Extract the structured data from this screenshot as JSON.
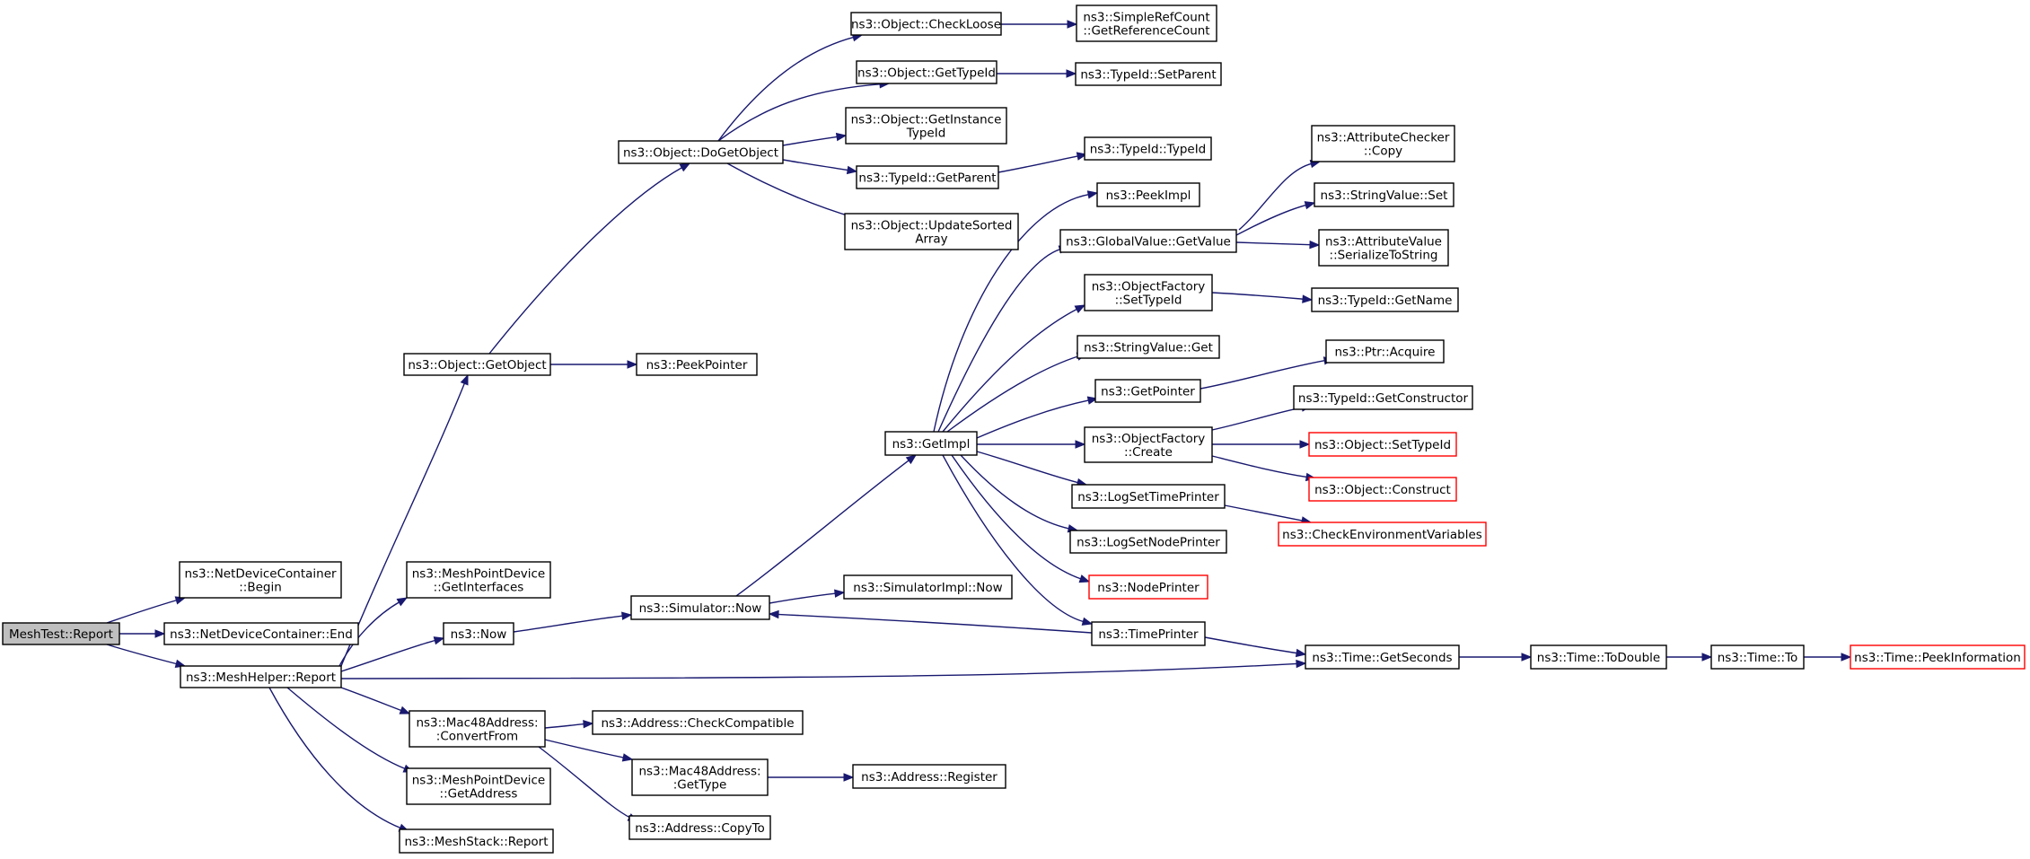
{
  "colors": {
    "edge": "#191970",
    "root_fill": "#bfbfbf",
    "node_border": "#000000",
    "truncated_border": "#ff0000",
    "background": "#ffffff"
  },
  "nodes": [
    {
      "id": "n_meshtest_report",
      "name": "node-meshtest-report",
      "lines": [
        "MeshTest::Report"
      ],
      "kind": "root"
    },
    {
      "id": "n_ndc_begin",
      "name": "node-netdevicecontainer-begin",
      "lines": [
        "ns3::NetDeviceContainer",
        "::Begin"
      ],
      "kind": "normal"
    },
    {
      "id": "n_ndc_end",
      "name": "node-netdevicecontainer-end",
      "lines": [
        "ns3::NetDeviceContainer::End"
      ],
      "kind": "normal"
    },
    {
      "id": "n_meshhelper_report",
      "name": "node-meshhelper-report",
      "lines": [
        "ns3::MeshHelper::Report"
      ],
      "kind": "normal"
    },
    {
      "id": "n_object_getobject",
      "name": "node-object-getobject",
      "lines": [
        "ns3::Object::GetObject"
      ],
      "kind": "normal"
    },
    {
      "id": "n_mpd_getinterfaces",
      "name": "node-meshpointdevice-getinterfaces",
      "lines": [
        "ns3::MeshPointDevice",
        "::GetInterfaces"
      ],
      "kind": "normal"
    },
    {
      "id": "n_now",
      "name": "node-ns3-now",
      "lines": [
        "ns3::Now"
      ],
      "kind": "normal"
    },
    {
      "id": "n_mac48_convertfrom",
      "name": "node-mac48address-convertfrom",
      "lines": [
        "ns3::Mac48Address:",
        ":ConvertFrom"
      ],
      "kind": "normal"
    },
    {
      "id": "n_mpd_getaddress",
      "name": "node-meshpointdevice-getaddress",
      "lines": [
        "ns3::MeshPointDevice",
        "::GetAddress"
      ],
      "kind": "normal"
    },
    {
      "id": "n_meshstack_report",
      "name": "node-meshstack-report",
      "lines": [
        "ns3::MeshStack::Report"
      ],
      "kind": "normal"
    },
    {
      "id": "n_object_dogetobject",
      "name": "node-object-dogetobject",
      "lines": [
        "ns3::Object::DoGetObject"
      ],
      "kind": "normal"
    },
    {
      "id": "n_peekpointer",
      "name": "node-peekpointer",
      "lines": [
        "ns3::PeekPointer"
      ],
      "kind": "normal"
    },
    {
      "id": "n_simulator_now",
      "name": "node-simulator-now",
      "lines": [
        "ns3::Simulator::Now"
      ],
      "kind": "normal"
    },
    {
      "id": "n_address_checkcompatible",
      "name": "node-address-checkcompatible",
      "lines": [
        "ns3::Address::CheckCompatible"
      ],
      "kind": "normal"
    },
    {
      "id": "n_mac48_gettype",
      "name": "node-mac48address-gettype",
      "lines": [
        "ns3::Mac48Address:",
        ":GetType"
      ],
      "kind": "normal"
    },
    {
      "id": "n_address_copyto",
      "name": "node-address-copyto",
      "lines": [
        "ns3::Address::CopyTo"
      ],
      "kind": "normal"
    },
    {
      "id": "n_object_checkloose",
      "name": "node-object-checkloose",
      "lines": [
        "ns3::Object::CheckLoose"
      ],
      "kind": "normal"
    },
    {
      "id": "n_object_gettypeid",
      "name": "node-object-gettypeid",
      "lines": [
        "ns3::Object::GetTypeId"
      ],
      "kind": "normal"
    },
    {
      "id": "n_object_getinstancetypeid",
      "name": "node-object-getinstancetypeid",
      "lines": [
        "ns3::Object::GetInstance",
        "TypeId"
      ],
      "kind": "normal"
    },
    {
      "id": "n_typeid_getparent",
      "name": "node-typeid-getparent",
      "lines": [
        "ns3::TypeId::GetParent"
      ],
      "kind": "normal"
    },
    {
      "id": "n_object_updatesortedarray",
      "name": "node-object-updatesortedarray",
      "lines": [
        "ns3::Object::UpdateSorted",
        "Array"
      ],
      "kind": "normal"
    },
    {
      "id": "n_getimpl",
      "name": "node-getimpl",
      "lines": [
        "ns3::GetImpl"
      ],
      "kind": "normal"
    },
    {
      "id": "n_simulatorimpl_now",
      "name": "node-simulatorimpl-now",
      "lines": [
        "ns3::SimulatorImpl::Now"
      ],
      "kind": "normal"
    },
    {
      "id": "n_address_register",
      "name": "node-address-register",
      "lines": [
        "ns3::Address::Register"
      ],
      "kind": "normal"
    },
    {
      "id": "n_simplerefcount_getreferencecount",
      "name": "node-simplerefcount-getreferencecount",
      "lines": [
        "ns3::SimpleRefCount",
        "::GetReferenceCount"
      ],
      "kind": "normal"
    },
    {
      "id": "n_typeid_setparent",
      "name": "node-typeid-setparent",
      "lines": [
        "ns3::TypeId::SetParent"
      ],
      "kind": "normal"
    },
    {
      "id": "n_typeid_typeid",
      "name": "node-typeid-typeid",
      "lines": [
        "ns3::TypeId::TypeId"
      ],
      "kind": "normal"
    },
    {
      "id": "n_peekimpl",
      "name": "node-peekimpl",
      "lines": [
        "ns3::PeekImpl"
      ],
      "kind": "normal"
    },
    {
      "id": "n_globalvalue_getvalue",
      "name": "node-globalvalue-getvalue",
      "lines": [
        "ns3::GlobalValue::GetValue"
      ],
      "kind": "normal"
    },
    {
      "id": "n_objectfactory_settypeid",
      "name": "node-objectfactory-settypeid",
      "lines": [
        "ns3::ObjectFactory",
        "::SetTypeId"
      ],
      "kind": "normal"
    },
    {
      "id": "n_stringvalue_get",
      "name": "node-stringvalue-get",
      "lines": [
        "ns3::StringValue::Get"
      ],
      "kind": "normal"
    },
    {
      "id": "n_getpointer",
      "name": "node-getpointer",
      "lines": [
        "ns3::GetPointer"
      ],
      "kind": "normal"
    },
    {
      "id": "n_objectfactory_create",
      "name": "node-objectfactory-create",
      "lines": [
        "ns3::ObjectFactory",
        "::Create"
      ],
      "kind": "normal"
    },
    {
      "id": "n_logsettimeprinter",
      "name": "node-logsettimeprinter",
      "lines": [
        "ns3::LogSetTimePrinter"
      ],
      "kind": "normal"
    },
    {
      "id": "n_logsetnodeprinter",
      "name": "node-logsetnodeprinter",
      "lines": [
        "ns3::LogSetNodePrinter"
      ],
      "kind": "normal"
    },
    {
      "id": "n_nodeprinter",
      "name": "node-nodeprinter",
      "lines": [
        "ns3::NodePrinter"
      ],
      "kind": "truncated"
    },
    {
      "id": "n_timeprinter",
      "name": "node-timeprinter",
      "lines": [
        "ns3::TimePrinter"
      ],
      "kind": "normal"
    },
    {
      "id": "n_attributechecker_copy",
      "name": "node-attributechecker-copy",
      "lines": [
        "ns3::AttributeChecker",
        "::Copy"
      ],
      "kind": "normal"
    },
    {
      "id": "n_stringvalue_set",
      "name": "node-stringvalue-set",
      "lines": [
        "ns3::StringValue::Set"
      ],
      "kind": "normal"
    },
    {
      "id": "n_attributevalue_serializetostring",
      "name": "node-attributevalue-serializetostring",
      "lines": [
        "ns3::AttributeValue",
        "::SerializeToString"
      ],
      "kind": "normal"
    },
    {
      "id": "n_typeid_getname",
      "name": "node-typeid-getname",
      "lines": [
        "ns3::TypeId::GetName"
      ],
      "kind": "normal"
    },
    {
      "id": "n_ptr_acquire",
      "name": "node-ptr-acquire",
      "lines": [
        "ns3::Ptr::Acquire"
      ],
      "kind": "normal"
    },
    {
      "id": "n_typeid_getconstructor",
      "name": "node-typeid-getconstructor",
      "lines": [
        "ns3::TypeId::GetConstructor"
      ],
      "kind": "normal"
    },
    {
      "id": "n_object_settypeid",
      "name": "node-object-settypeid",
      "lines": [
        "ns3::Object::SetTypeId"
      ],
      "kind": "truncated"
    },
    {
      "id": "n_object_construct",
      "name": "node-object-construct",
      "lines": [
        "ns3::Object::Construct"
      ],
      "kind": "truncated"
    },
    {
      "id": "n_checkenvironmentvariables",
      "name": "node-checkenvironmentvariables",
      "lines": [
        "ns3::CheckEnvironmentVariables"
      ],
      "kind": "truncated"
    },
    {
      "id": "n_time_getseconds",
      "name": "node-time-getseconds",
      "lines": [
        "ns3::Time::GetSeconds"
      ],
      "kind": "normal"
    },
    {
      "id": "n_time_todouble",
      "name": "node-time-todouble",
      "lines": [
        "ns3::Time::ToDouble"
      ],
      "kind": "normal"
    },
    {
      "id": "n_time_to",
      "name": "node-time-to",
      "lines": [
        "ns3::Time::To"
      ],
      "kind": "normal"
    },
    {
      "id": "n_time_peekinformation",
      "name": "node-time-peekinformation",
      "lines": [
        "ns3::Time::PeekInformation"
      ],
      "kind": "truncated"
    }
  ],
  "edges": [
    [
      "n_meshtest_report",
      "n_ndc_begin"
    ],
    [
      "n_meshtest_report",
      "n_ndc_end"
    ],
    [
      "n_meshtest_report",
      "n_meshhelper_report"
    ],
    [
      "n_meshhelper_report",
      "n_object_getobject"
    ],
    [
      "n_meshhelper_report",
      "n_mpd_getinterfaces"
    ],
    [
      "n_meshhelper_report",
      "n_now"
    ],
    [
      "n_meshhelper_report",
      "n_time_getseconds"
    ],
    [
      "n_meshhelper_report",
      "n_mac48_convertfrom"
    ],
    [
      "n_meshhelper_report",
      "n_mpd_getaddress"
    ],
    [
      "n_meshhelper_report",
      "n_meshstack_report"
    ],
    [
      "n_object_getobject",
      "n_object_dogetobject"
    ],
    [
      "n_object_getobject",
      "n_peekpointer"
    ],
    [
      "n_object_dogetobject",
      "n_object_checkloose"
    ],
    [
      "n_object_dogetobject",
      "n_object_gettypeid"
    ],
    [
      "n_object_dogetobject",
      "n_object_getinstancetypeid"
    ],
    [
      "n_object_dogetobject",
      "n_typeid_getparent"
    ],
    [
      "n_object_dogetobject",
      "n_object_updatesortedarray"
    ],
    [
      "n_object_checkloose",
      "n_simplerefcount_getreferencecount"
    ],
    [
      "n_object_gettypeid",
      "n_typeid_setparent"
    ],
    [
      "n_typeid_getparent",
      "n_typeid_typeid"
    ],
    [
      "n_now",
      "n_simulator_now"
    ],
    [
      "n_simulator_now",
      "n_getimpl"
    ],
    [
      "n_simulator_now",
      "n_simulatorimpl_now"
    ],
    [
      "n_getimpl",
      "n_peekimpl"
    ],
    [
      "n_getimpl",
      "n_globalvalue_getvalue"
    ],
    [
      "n_getimpl",
      "n_objectfactory_settypeid"
    ],
    [
      "n_getimpl",
      "n_stringvalue_get"
    ],
    [
      "n_getimpl",
      "n_getpointer"
    ],
    [
      "n_getimpl",
      "n_objectfactory_create"
    ],
    [
      "n_getimpl",
      "n_logsettimeprinter"
    ],
    [
      "n_getimpl",
      "n_logsetnodeprinter"
    ],
    [
      "n_getimpl",
      "n_nodeprinter"
    ],
    [
      "n_getimpl",
      "n_timeprinter"
    ],
    [
      "n_globalvalue_getvalue",
      "n_attributechecker_copy"
    ],
    [
      "n_globalvalue_getvalue",
      "n_stringvalue_set"
    ],
    [
      "n_globalvalue_getvalue",
      "n_attributevalue_serializetostring"
    ],
    [
      "n_objectfactory_settypeid",
      "n_typeid_getname"
    ],
    [
      "n_getpointer",
      "n_ptr_acquire"
    ],
    [
      "n_objectfactory_create",
      "n_typeid_getconstructor"
    ],
    [
      "n_objectfactory_create",
      "n_object_settypeid"
    ],
    [
      "n_objectfactory_create",
      "n_object_construct"
    ],
    [
      "n_logsettimeprinter",
      "n_checkenvironmentvariables"
    ],
    [
      "n_timeprinter",
      "n_simulator_now"
    ],
    [
      "n_timeprinter",
      "n_time_getseconds"
    ],
    [
      "n_time_getseconds",
      "n_time_todouble"
    ],
    [
      "n_time_todouble",
      "n_time_to"
    ],
    [
      "n_time_to",
      "n_time_peekinformation"
    ],
    [
      "n_mac48_convertfrom",
      "n_address_checkcompatible"
    ],
    [
      "n_mac48_convertfrom",
      "n_mac48_gettype"
    ],
    [
      "n_mac48_convertfrom",
      "n_address_copyto"
    ],
    [
      "n_mac48_gettype",
      "n_address_register"
    ]
  ]
}
